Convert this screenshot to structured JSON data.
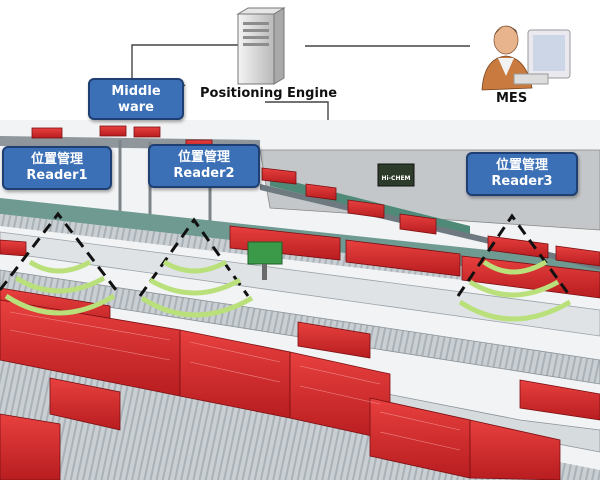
{
  "middleware": {
    "line1": "Middle",
    "line2": "ware"
  },
  "engine": {
    "label": "Positioning  Engine"
  },
  "mes": {
    "label": "MES"
  },
  "readers": [
    {
      "line1": "位置管理",
      "line2": "Reader1"
    },
    {
      "line1": "位置管理",
      "line2": "Reader2"
    },
    {
      "line1": "位置管理",
      "line2": "Reader3"
    }
  ],
  "machine": {
    "sign": "Hi-CHEM"
  },
  "colors": {
    "box_fill": "#3b6fb6",
    "crate": "#d8282a",
    "conveyor": "#9aa2a8",
    "signal": "#b9e07a"
  }
}
